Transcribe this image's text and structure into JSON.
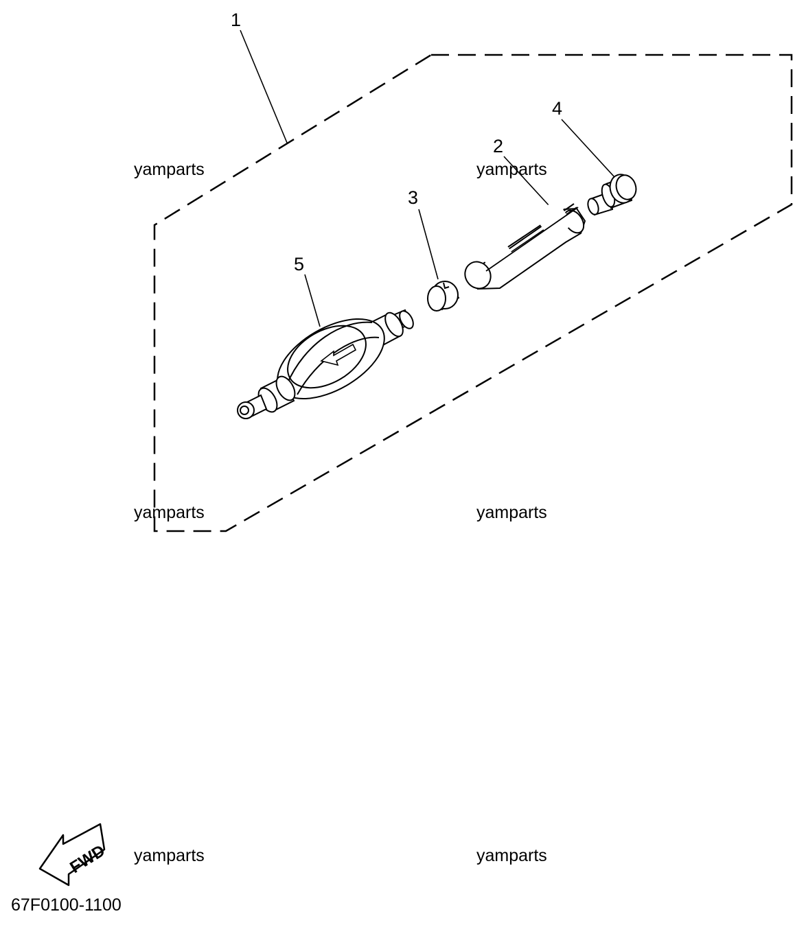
{
  "callouts": [
    "1",
    "2",
    "3",
    "4",
    "5"
  ],
  "watermarks": [
    "yamparts",
    "yamparts",
    "yamparts",
    "yamparts",
    "yamparts",
    "yamparts"
  ],
  "fwd_label": "FWD",
  "diagram_code": "67F0100-1100",
  "colors": {
    "ink": "#000000",
    "paper": "#ffffff"
  }
}
